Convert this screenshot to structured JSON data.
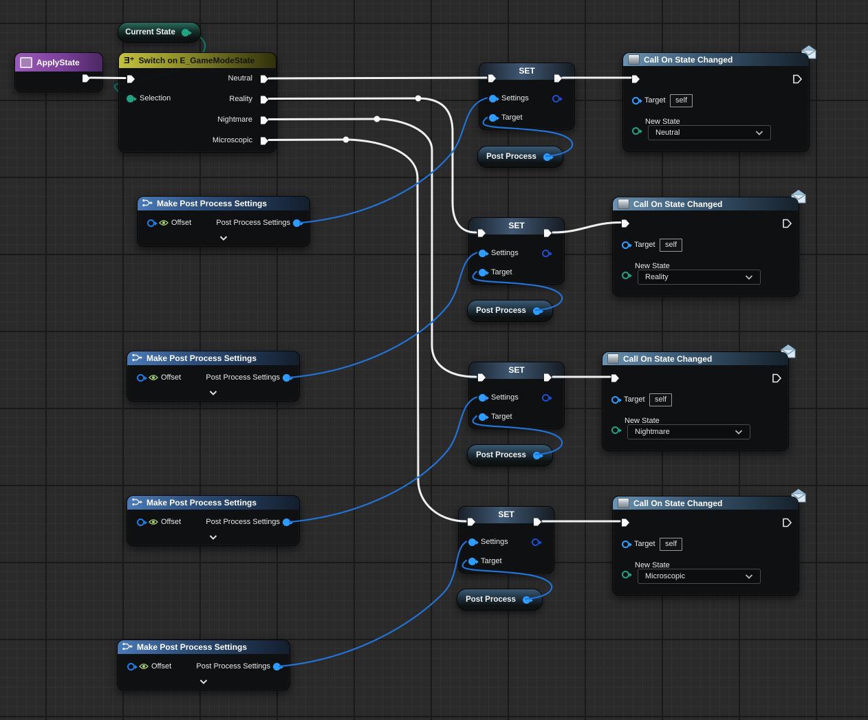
{
  "graph": {
    "current_state": {
      "title": "Current State"
    },
    "apply_state": {
      "title": "ApplyState"
    },
    "switch_node": {
      "title": "Switch on E_GameModeState",
      "icon_glyph": "Ǝ⁺",
      "selection_label": "Selection",
      "cases": [
        "Neutral",
        "Reality",
        "Nightmare",
        "Microscopic"
      ]
    },
    "set_node": {
      "title": "SET",
      "settings_label": "Settings",
      "target_label": "Target"
    },
    "post_process_node": {
      "title": "Post Process"
    },
    "make_post_process_settings": {
      "title": "Make Post Process Settings",
      "offset_label": "Offset",
      "output_label": "Post Process Settings"
    },
    "call_on_state_changed": {
      "title": "Call On State Changed",
      "target_label": "Target",
      "target_value": "self",
      "new_state_label": "New State",
      "instances": [
        {
          "new_state": "Neutral"
        },
        {
          "new_state": "Reality"
        },
        {
          "new_state": "Nightmare"
        },
        {
          "new_state": "Microscopic"
        }
      ]
    },
    "colors": {
      "exec_wire": "#f0f0f0",
      "data_wire": "#2273d6",
      "enum_wire": "#137a6e",
      "pin_blue": "#2e9dff",
      "pin_enum": "#22a183"
    }
  }
}
